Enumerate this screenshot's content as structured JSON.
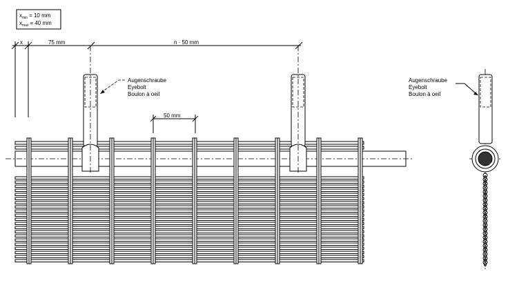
{
  "legend": {
    "xmin_label": "x",
    "xmin_sub": "min",
    "xmin_value": "=  10 mm",
    "xmax_label": "x",
    "xmax_sub": "max",
    "xmax_value": "=  40 mm"
  },
  "dimensions": {
    "x": "x",
    "edge": "75 mm",
    "pitch_n": "n · 50 mm",
    "wire_spacing": "50 mm"
  },
  "callout_front": {
    "de": "Augenschraube",
    "en": "Eyebolt",
    "fr": "Boulon à oeil"
  },
  "callout_side": {
    "de": "Augenschraube",
    "en": "Eyebolt",
    "fr": "Boulon à oeil"
  }
}
